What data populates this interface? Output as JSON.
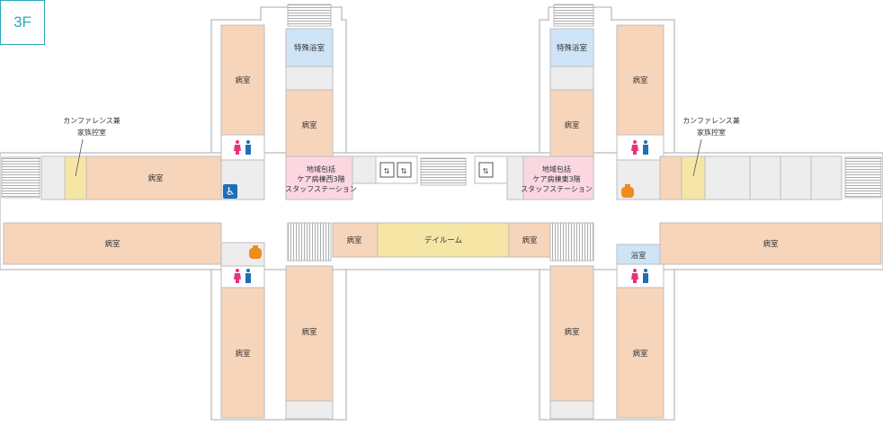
{
  "floor_label": "3F",
  "colors": {
    "room": "#f7d5bb",
    "bath": "#cfe4f7",
    "station": "#fad7e1",
    "dayroom": "#f6e6a6",
    "storage": "#ededed",
    "corridor": "#ffffff",
    "outline": "#bcbcbc",
    "wc_female": "#e8337a",
    "wc_male": "#1f6fb8",
    "accessible": "#1f6fb8",
    "kitchen": "#f08c1a"
  },
  "labels": {
    "byoshitsu": "病室",
    "tokushu_yokushitsu": "特殊浴室",
    "yokushitsu": "浴室",
    "dayroom": "デイルーム",
    "conference_line1": "カンファレンス兼",
    "conference_line2": "家族控室",
    "station_west_line1": "地域包括",
    "station_west_line2": "ケア病棟西3階",
    "station_west_line3": "スタッフステーション",
    "station_east_line1": "地域包括",
    "station_east_line2": "ケア病棟東3階",
    "station_east_line3": "スタッフステーション"
  },
  "icons": [
    "restroom-icon",
    "accessible-toilet-icon",
    "elevator-icon",
    "kitchen-icon",
    "stairs-icon"
  ]
}
